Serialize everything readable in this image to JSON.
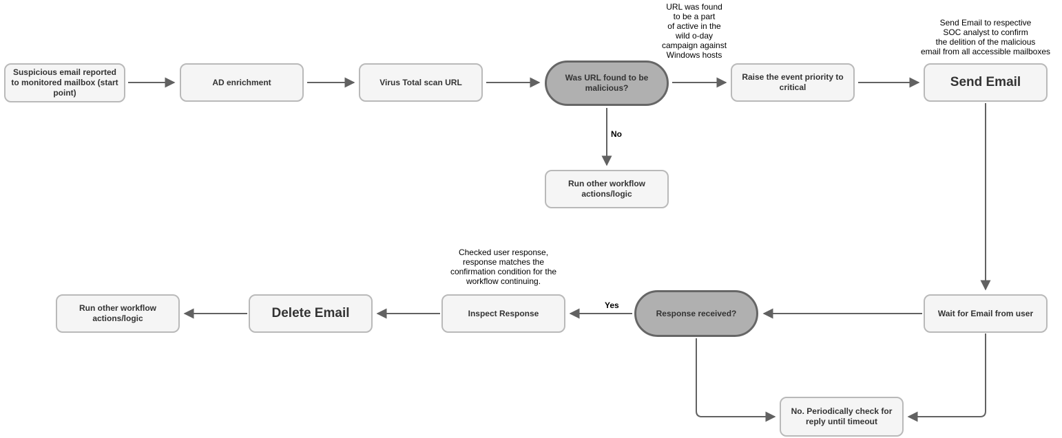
{
  "colors": {
    "background": "#ffffff",
    "node_fill": "#f5f5f5",
    "node_border": "#b9b9b9",
    "decision_fill": "#b0b0b0",
    "decision_border": "#666666",
    "connector": "#616161",
    "node_text": "#333333",
    "annotation_text": "#000000"
  },
  "nodes": {
    "start": {
      "label": "Suspicious email reported to monitored mailbox (start point)",
      "type": "process"
    },
    "ad_enrichment": {
      "label": "AD enrichment",
      "type": "process"
    },
    "virus_total_scan": {
      "label": "Virus Total scan URL",
      "type": "process"
    },
    "url_malicious": {
      "label": "Was URL found to be malicious?",
      "type": "decision"
    },
    "raise_priority": {
      "label": "Raise the event priority to critical",
      "type": "process"
    },
    "send_email": {
      "label": "Send Email",
      "type": "process-emphasis"
    },
    "run_other_workflow_top": {
      "label": "Run other workflow actions/logic",
      "type": "process"
    },
    "wait_for_email": {
      "label": "Wait for Email from user",
      "type": "process"
    },
    "response_received": {
      "label": "Response received?",
      "type": "decision"
    },
    "inspect_response": {
      "label": "Inspect Response",
      "type": "process"
    },
    "delete_email": {
      "label": "Delete Email",
      "type": "process-emphasis"
    },
    "run_other_workflow_bottom": {
      "label": "Run other workflow actions/logic",
      "type": "process"
    },
    "periodic_check": {
      "label": "No. Periodically check for reply until timeout",
      "type": "process"
    }
  },
  "edge_labels": {
    "no": "No",
    "yes": "Yes"
  },
  "annotations": {
    "zero_day_campaign": "URL was found\nto be a part\nof active in the\nwild o-day\ncampaign against\nWindows hosts",
    "send_email_note": "Send Email to respective\nSOC analyst to confirm\nthe delition of the malicious\nemail from all accessible mailboxes",
    "inspect_response_note": "Checked user response,\nresponse matches the\nconfirmation condition for the\nworkflow continuing."
  }
}
